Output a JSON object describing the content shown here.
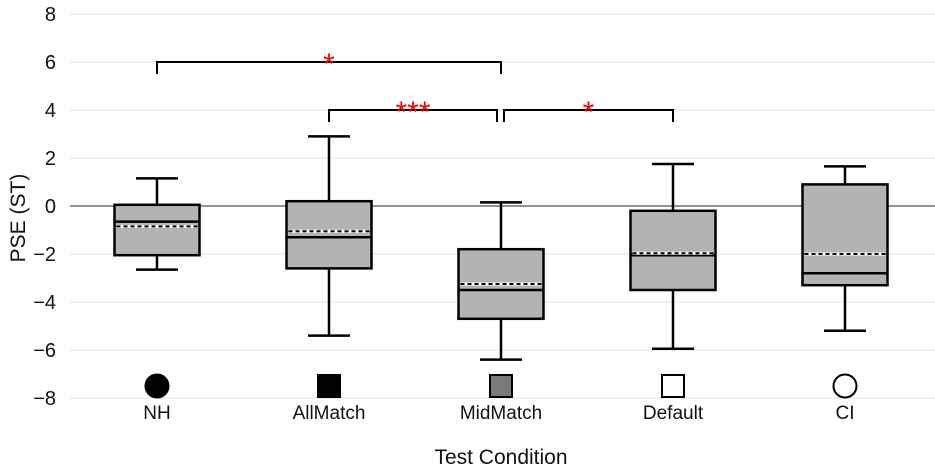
{
  "chart_data": {
    "type": "box",
    "title": "",
    "xlabel": "Test Condition",
    "ylabel": "PSE (ST)",
    "ylim": [
      -8,
      8
    ],
    "yticks": [
      8,
      6,
      4,
      2,
      0,
      -2,
      -4,
      -6,
      -8
    ],
    "ytick_labels": [
      "8",
      "6",
      "4",
      "2",
      "0",
      "−2",
      "−4",
      "−6",
      "−8"
    ],
    "grid": true,
    "reference_line": 0,
    "categories": [
      "NH",
      "AllMatch",
      "MidMatch",
      "Default",
      "CI"
    ],
    "markers": [
      {
        "shape": "circle",
        "fill": "#000000"
      },
      {
        "shape": "square",
        "fill": "#000000"
      },
      {
        "shape": "square",
        "fill": "#7a7a7a"
      },
      {
        "shape": "square",
        "fill": "#ffffff"
      },
      {
        "shape": "circle",
        "fill": "#ffffff"
      }
    ],
    "boxes": [
      {
        "whisker_low": -2.65,
        "q1": -2.05,
        "median": -0.65,
        "mean": -0.85,
        "q3": 0.05,
        "whisker_high": 1.15
      },
      {
        "whisker_low": -5.4,
        "q1": -2.6,
        "median": -1.3,
        "mean": -1.05,
        "q3": 0.2,
        "whisker_high": 2.9
      },
      {
        "whisker_low": -6.4,
        "q1": -4.7,
        "median": -3.5,
        "mean": -3.25,
        "q3": -1.8,
        "whisker_high": 0.15
      },
      {
        "whisker_low": -5.95,
        "q1": -3.5,
        "median": -2.05,
        "mean": -1.97,
        "q3": -0.2,
        "whisker_high": 1.75
      },
      {
        "whisker_low": -5.2,
        "q1": -3.3,
        "median": -2.8,
        "mean": -2.0,
        "q3": 0.9,
        "whisker_high": 1.65
      }
    ],
    "significance": [
      {
        "from": 0,
        "to": 2,
        "y": 6,
        "label": "*"
      },
      {
        "from": 1,
        "to": 2,
        "y": 4,
        "label": "***"
      },
      {
        "from": 2,
        "to": 3,
        "y": 4,
        "label": "*"
      }
    ],
    "colors": {
      "box_fill": "#b3b3b3",
      "sig": "#ff0000",
      "grid": "#ececec"
    }
  }
}
